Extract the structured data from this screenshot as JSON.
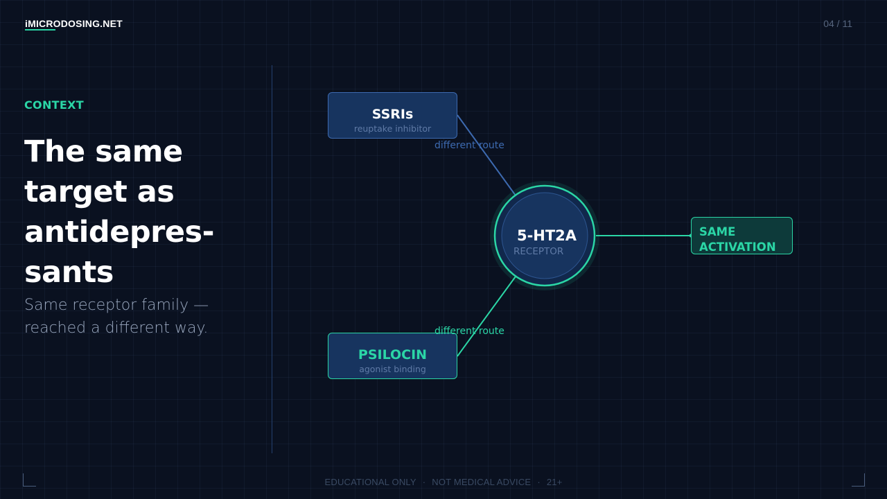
{
  "header": {
    "brand": "iMICRODOSING.NET",
    "page_counter": "04 / 11"
  },
  "intro": {
    "eyebrow": "CONTEXT",
    "title": "The same target as antidepres-sants",
    "subtitle": "Same receptor family — reached a different way."
  },
  "diagram": {
    "nodes": {
      "ssri": {
        "name": "SSRIs",
        "sub": "reuptake inhibitor"
      },
      "psilocin": {
        "name": "PSILOCIN",
        "sub": "agonist binding"
      },
      "hub": {
        "name": "5-HT2A",
        "sub": "RECEPTOR"
      },
      "result": {
        "label": "SAME ACTIVATION"
      }
    },
    "edges": {
      "ssri_route": "different route",
      "psilocin_route": "different route"
    },
    "colors": {
      "accent": "#2bd6a6",
      "blue": "#3d6ab0",
      "node_fill": "#17345f",
      "result_fill": "#0d3a3a"
    }
  },
  "footer": {
    "item1": "EDUCATIONAL ONLY",
    "item2": "NOT MEDICAL ADVICE",
    "item3": "21+",
    "separator": "·"
  }
}
